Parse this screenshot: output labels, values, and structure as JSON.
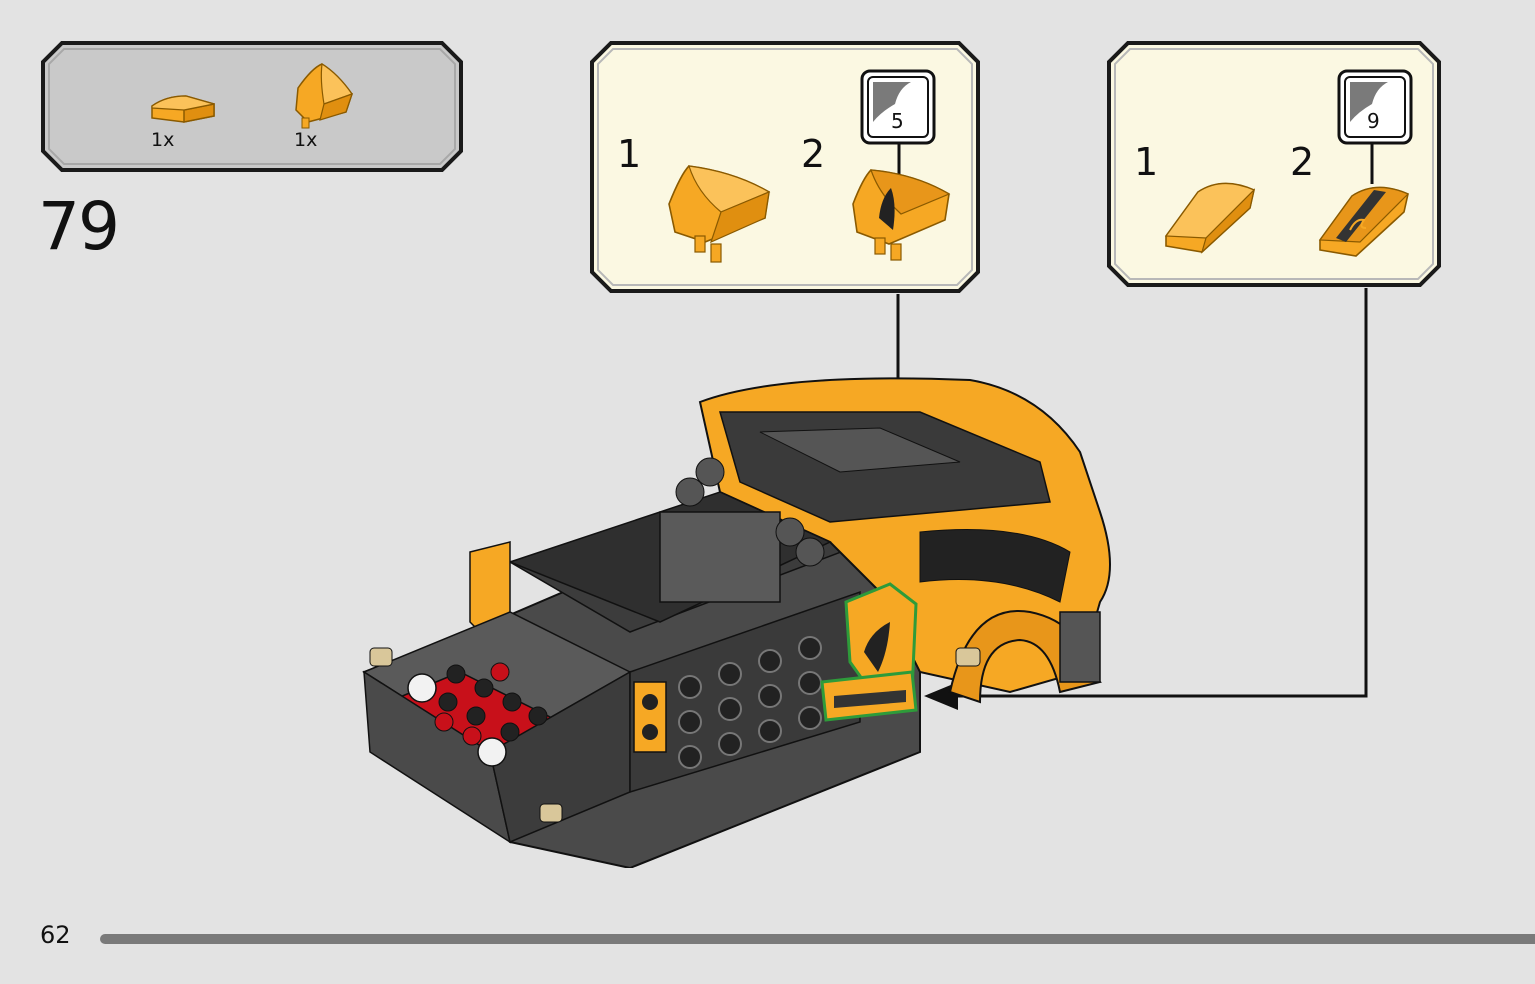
{
  "parts": {
    "items": [
      {
        "quantity": "1x",
        "icon": "curved-slope-icon",
        "color": "#f6a824"
      },
      {
        "quantity": "1x",
        "icon": "wedge-slope-icon",
        "color": "#f6a824"
      }
    ]
  },
  "step": {
    "number": "79"
  },
  "callouts": [
    {
      "sub_steps": [
        {
          "label": "1"
        },
        {
          "label": "2"
        }
      ],
      "sticker": "5"
    },
    {
      "sub_steps": [
        {
          "label": "1"
        },
        {
          "label": "2"
        }
      ],
      "sticker": "9"
    }
  ],
  "colors": {
    "accent_yellow": "#f6a824",
    "callout_bg": "#fbf8e2",
    "parts_box_bg": "#c9c9c9",
    "highlight_green": "#2e9b3a",
    "brick_dark": "#4a4a4a",
    "brick_red": "#c8101a"
  },
  "footer": {
    "page_number": "62"
  }
}
